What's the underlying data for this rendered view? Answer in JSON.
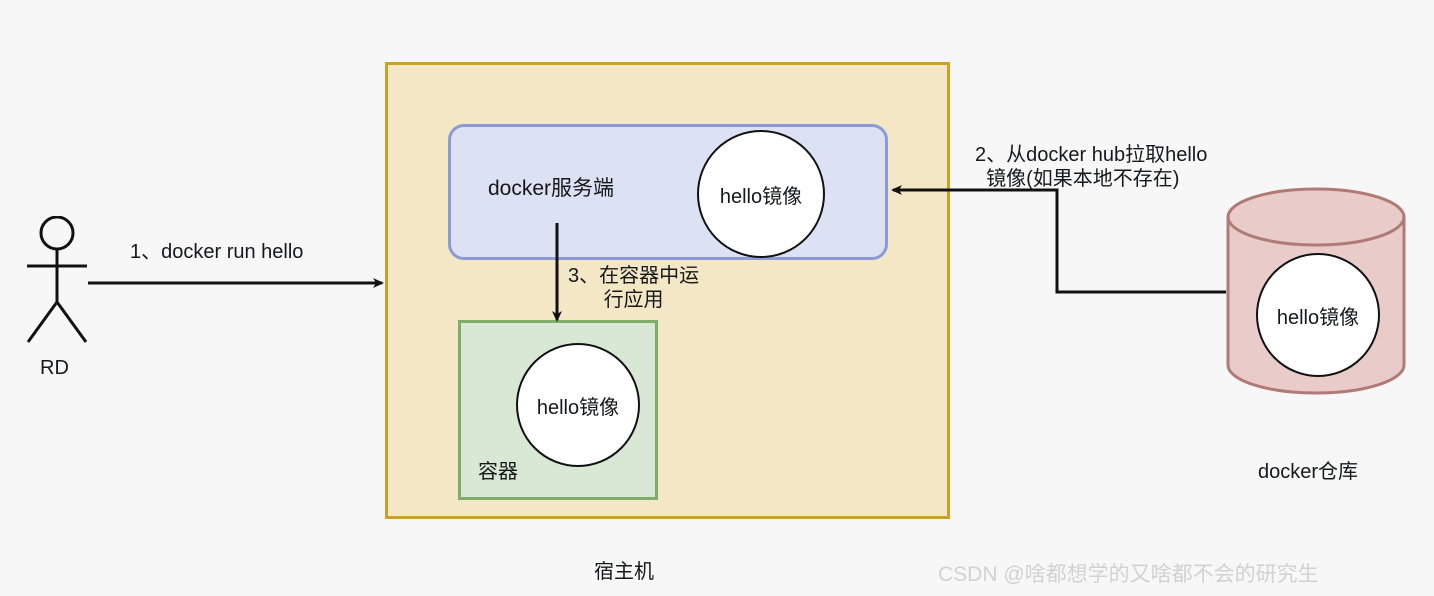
{
  "diagram": {
    "title_caption": "宿主机",
    "host": {
      "fill": "#f3e7c6",
      "border": "#c9a227",
      "caption": "宿主机"
    },
    "daemon": {
      "label": "docker服务端",
      "fill": "#dde1f4",
      "border": "#8c9bd6",
      "image_label": "hello镜像"
    },
    "container": {
      "label": "容器",
      "fill": "#d9e8d4",
      "border": "#7ead69",
      "image_label": "hello镜像"
    },
    "repository": {
      "label": "docker仓库",
      "fill": "#e9ccca",
      "border": "#b07a77",
      "image_label": "hello镜像"
    },
    "actor": {
      "label": "RD"
    },
    "steps": [
      {
        "id": 1,
        "label": "1、docker run hello"
      },
      {
        "id": 2,
        "label": "2、从docker hub拉取hello\n  镜像(如果本地不存在)"
      },
      {
        "id": 3,
        "label": "3、在容器中运\n行应用"
      }
    ],
    "watermark": "CSDN @啥都想学的又啥都不会的研究生"
  }
}
